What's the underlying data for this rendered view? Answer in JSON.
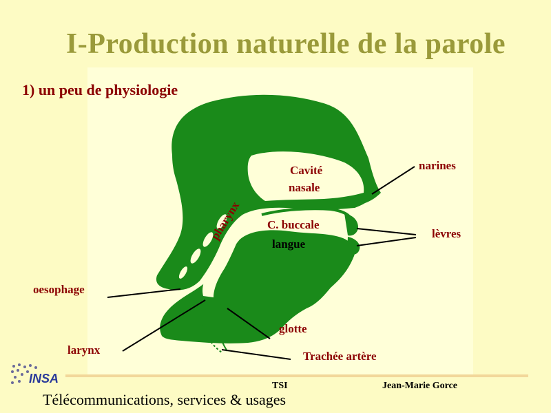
{
  "title": "I-Production naturelle de la parole",
  "subtitle": "1) un peu de physiologie",
  "labels": {
    "cavite": "Cavité",
    "nasale": "nasale",
    "narines": "narines",
    "buccale": "C. buccale",
    "langue": "langue",
    "levres": "lèvres",
    "pharynx": "pharynx",
    "oesophage": "oesophage",
    "glotte": "glotte",
    "larynx": "larynx",
    "trachee": "Trachée artère"
  },
  "logo_text": "INSA",
  "footer": {
    "tsi": "TSI",
    "author": "Jean-Marie Gorce",
    "bottom": "Télécommunications, services & usages"
  },
  "colors": {
    "tissue": "#1a8a1a",
    "label": "#8b0000",
    "title": "#9a9a3a",
    "background": "#fdfbc4"
  }
}
